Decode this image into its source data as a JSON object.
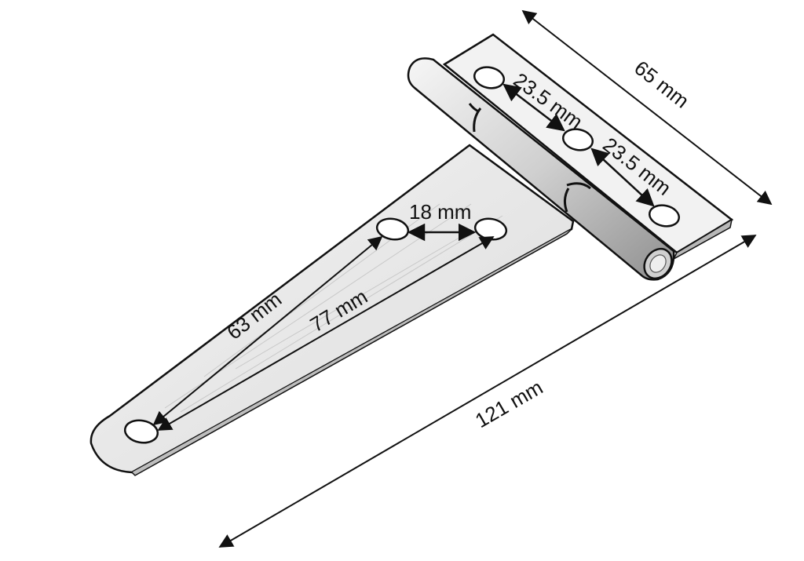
{
  "dimensions": {
    "hole_spacing_upper": "23.5 mm",
    "hole_spacing_lower": "23.5 mm",
    "leaf_width": "65 mm",
    "strap_hole_spacing": "18 mm",
    "tip_to_near_hole": "63 mm",
    "tip_to_far_hole": "77 mm",
    "overall_length": "121 mm"
  },
  "colors": {
    "ink": "#111111",
    "metal_light": "#f1f1f1",
    "metal_mid": "#d9d9d9",
    "metal_dark": "#9a9a9a",
    "hole": "#ffffff"
  }
}
